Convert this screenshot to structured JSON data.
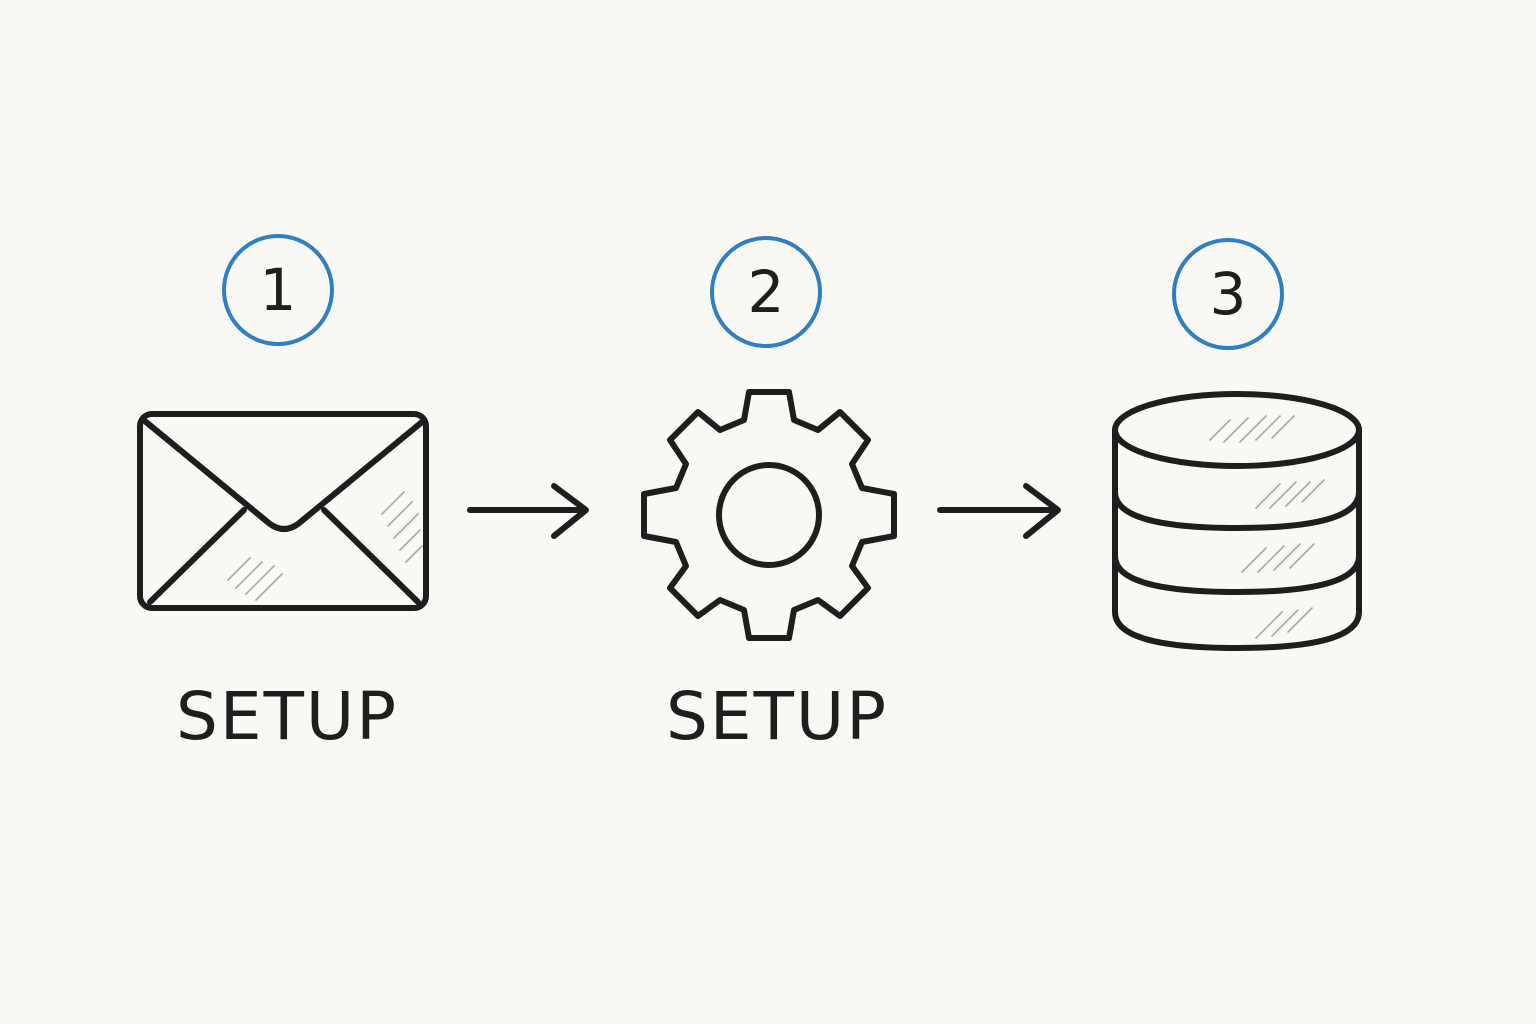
{
  "steps": [
    {
      "number": "1",
      "icon": "envelope-icon",
      "label": "SETUP"
    },
    {
      "number": "2",
      "icon": "gear-icon",
      "label": "SETUP"
    },
    {
      "number": "3",
      "icon": "database-icon",
      "label": ""
    }
  ],
  "colors": {
    "background": "#faf8f4",
    "ink": "#1e1e1e",
    "badge_outline": "#2f7fc1",
    "hatch": "#8a8a8a"
  }
}
